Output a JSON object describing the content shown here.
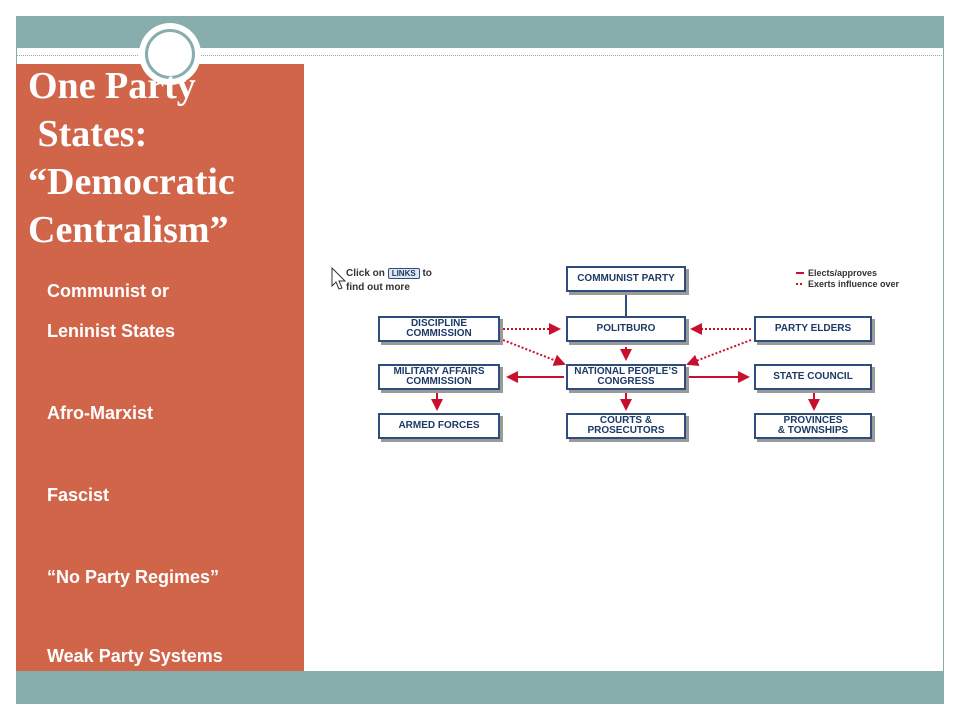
{
  "slide": {
    "title_lines": [
      "One Party",
      " States:",
      "“Democratic",
      "Centralism”"
    ],
    "bullets": [
      "Communist or",
      "Leninist States",
      "Afro-Marxist",
      "Fascist",
      "“No Party Regimes”",
      "Weak Party Systems"
    ]
  },
  "diagram": {
    "hint_prefix": "Click on",
    "hint_link": "LINKS",
    "hint_suffix": "to",
    "hint_line2": "find out more",
    "legend": {
      "solid": "Elects/approves",
      "dotted": "Exerts influence over"
    },
    "boxes": {
      "communist_party": "COMMUNIST PARTY",
      "discipline": "DISCIPLINE\nCOMMISSION",
      "politburo": "POLITBURO",
      "party_elders": "PARTY ELDERS",
      "military": "MILITARY AFFAIRS\nCOMMISSION",
      "npc": "NATIONAL PEOPLE’S\nCONGRESS",
      "state_council": "STATE COUNCIL",
      "armed_forces": "ARMED FORCES",
      "courts": "COURTS &\nPROSECUTORS",
      "provinces": "PROVINCES\n& TOWNSHIPS"
    },
    "colors": {
      "arrow": "#c8102e",
      "box_border": "#2e4d7a",
      "box_text": "#1d3a66"
    }
  },
  "theme": {
    "sidebar": "#d0654a",
    "bars": "#88adad"
  }
}
